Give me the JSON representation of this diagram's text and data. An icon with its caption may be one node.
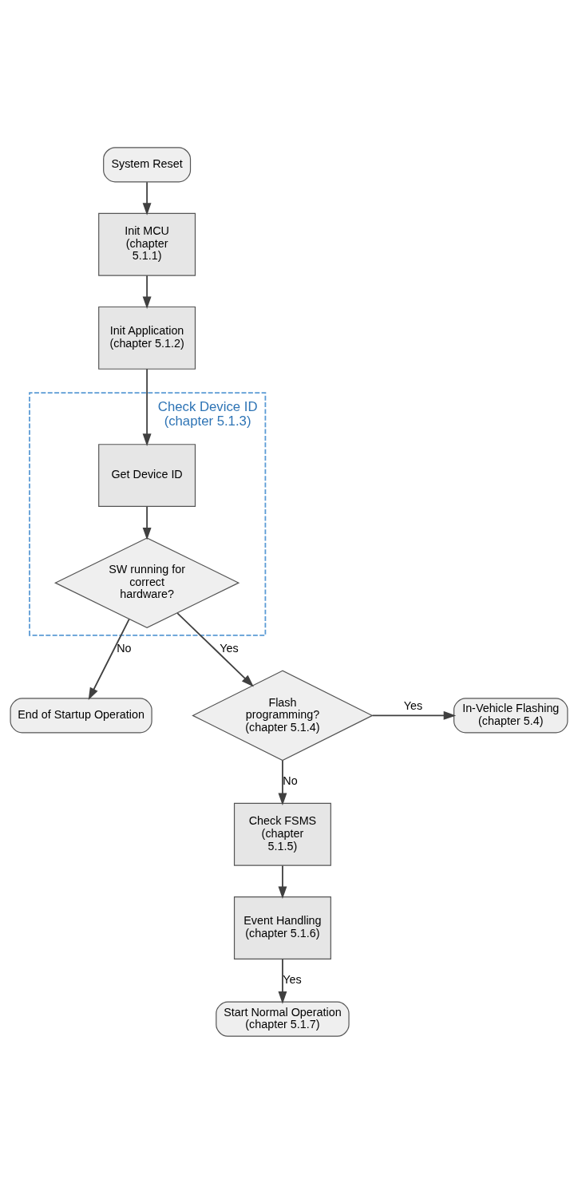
{
  "diagram": {
    "nodes": [
      {
        "text": [
          "System Reset"
        ]
      },
      {
        "text": [
          "Init MCU (chapter 5.1.1)"
        ]
      },
      {
        "text": [
          "Init Application (chapter 5.1.2)"
        ]
      },
      {
        "text": [
          "Check Device ID (chapter 5.1.3)"
        ]
      },
      {
        "text": [
          "Get Device ID"
        ],
        "in": 3
      },
      {
        "text": [
          "SW running for correct hardware?"
        ],
        "in": 3
      },
      {
        "text": [
          "End of Startup Operation"
        ]
      },
      {
        "text": [
          "Flash programming? (chapter 5.1.4)"
        ]
      },
      {
        "text": [
          "In-Vehicle Flashing (chapter 5.4)"
        ]
      },
      {
        "text": [
          "Check FSMS (chapter 5.1.5)"
        ]
      },
      {
        "text": [
          "Event Handling (chapter 5.1.6)"
        ]
      },
      {
        "text": [
          "Start Normal Operation (chapter 5.1.7)"
        ]
      }
    ],
    "edges": [
      {
        "from": 0,
        "to": 1,
        "arrow": "to"
      },
      {
        "from": 1,
        "to": 2,
        "arrow": "to"
      },
      {
        "from": 2,
        "to": 4,
        "arrow": "to"
      },
      {
        "from": 4,
        "to": 5,
        "arrow": "to"
      },
      {
        "from": 5,
        "to": 6,
        "arrow": "to",
        "label": "No"
      },
      {
        "from": 5,
        "to": 7,
        "arrow": "to",
        "label": "Yes"
      },
      {
        "from": 7,
        "to": 8,
        "arrow": "to",
        "label": "Yes"
      },
      {
        "from": 7,
        "to": 9,
        "arrow": "to",
        "label": "No"
      },
      {
        "from": 9,
        "to": 10,
        "arrow": "to"
      },
      {
        "from": 10,
        "to": 11,
        "arrow": "to",
        "label": "Yes"
      }
    ]
  }
}
